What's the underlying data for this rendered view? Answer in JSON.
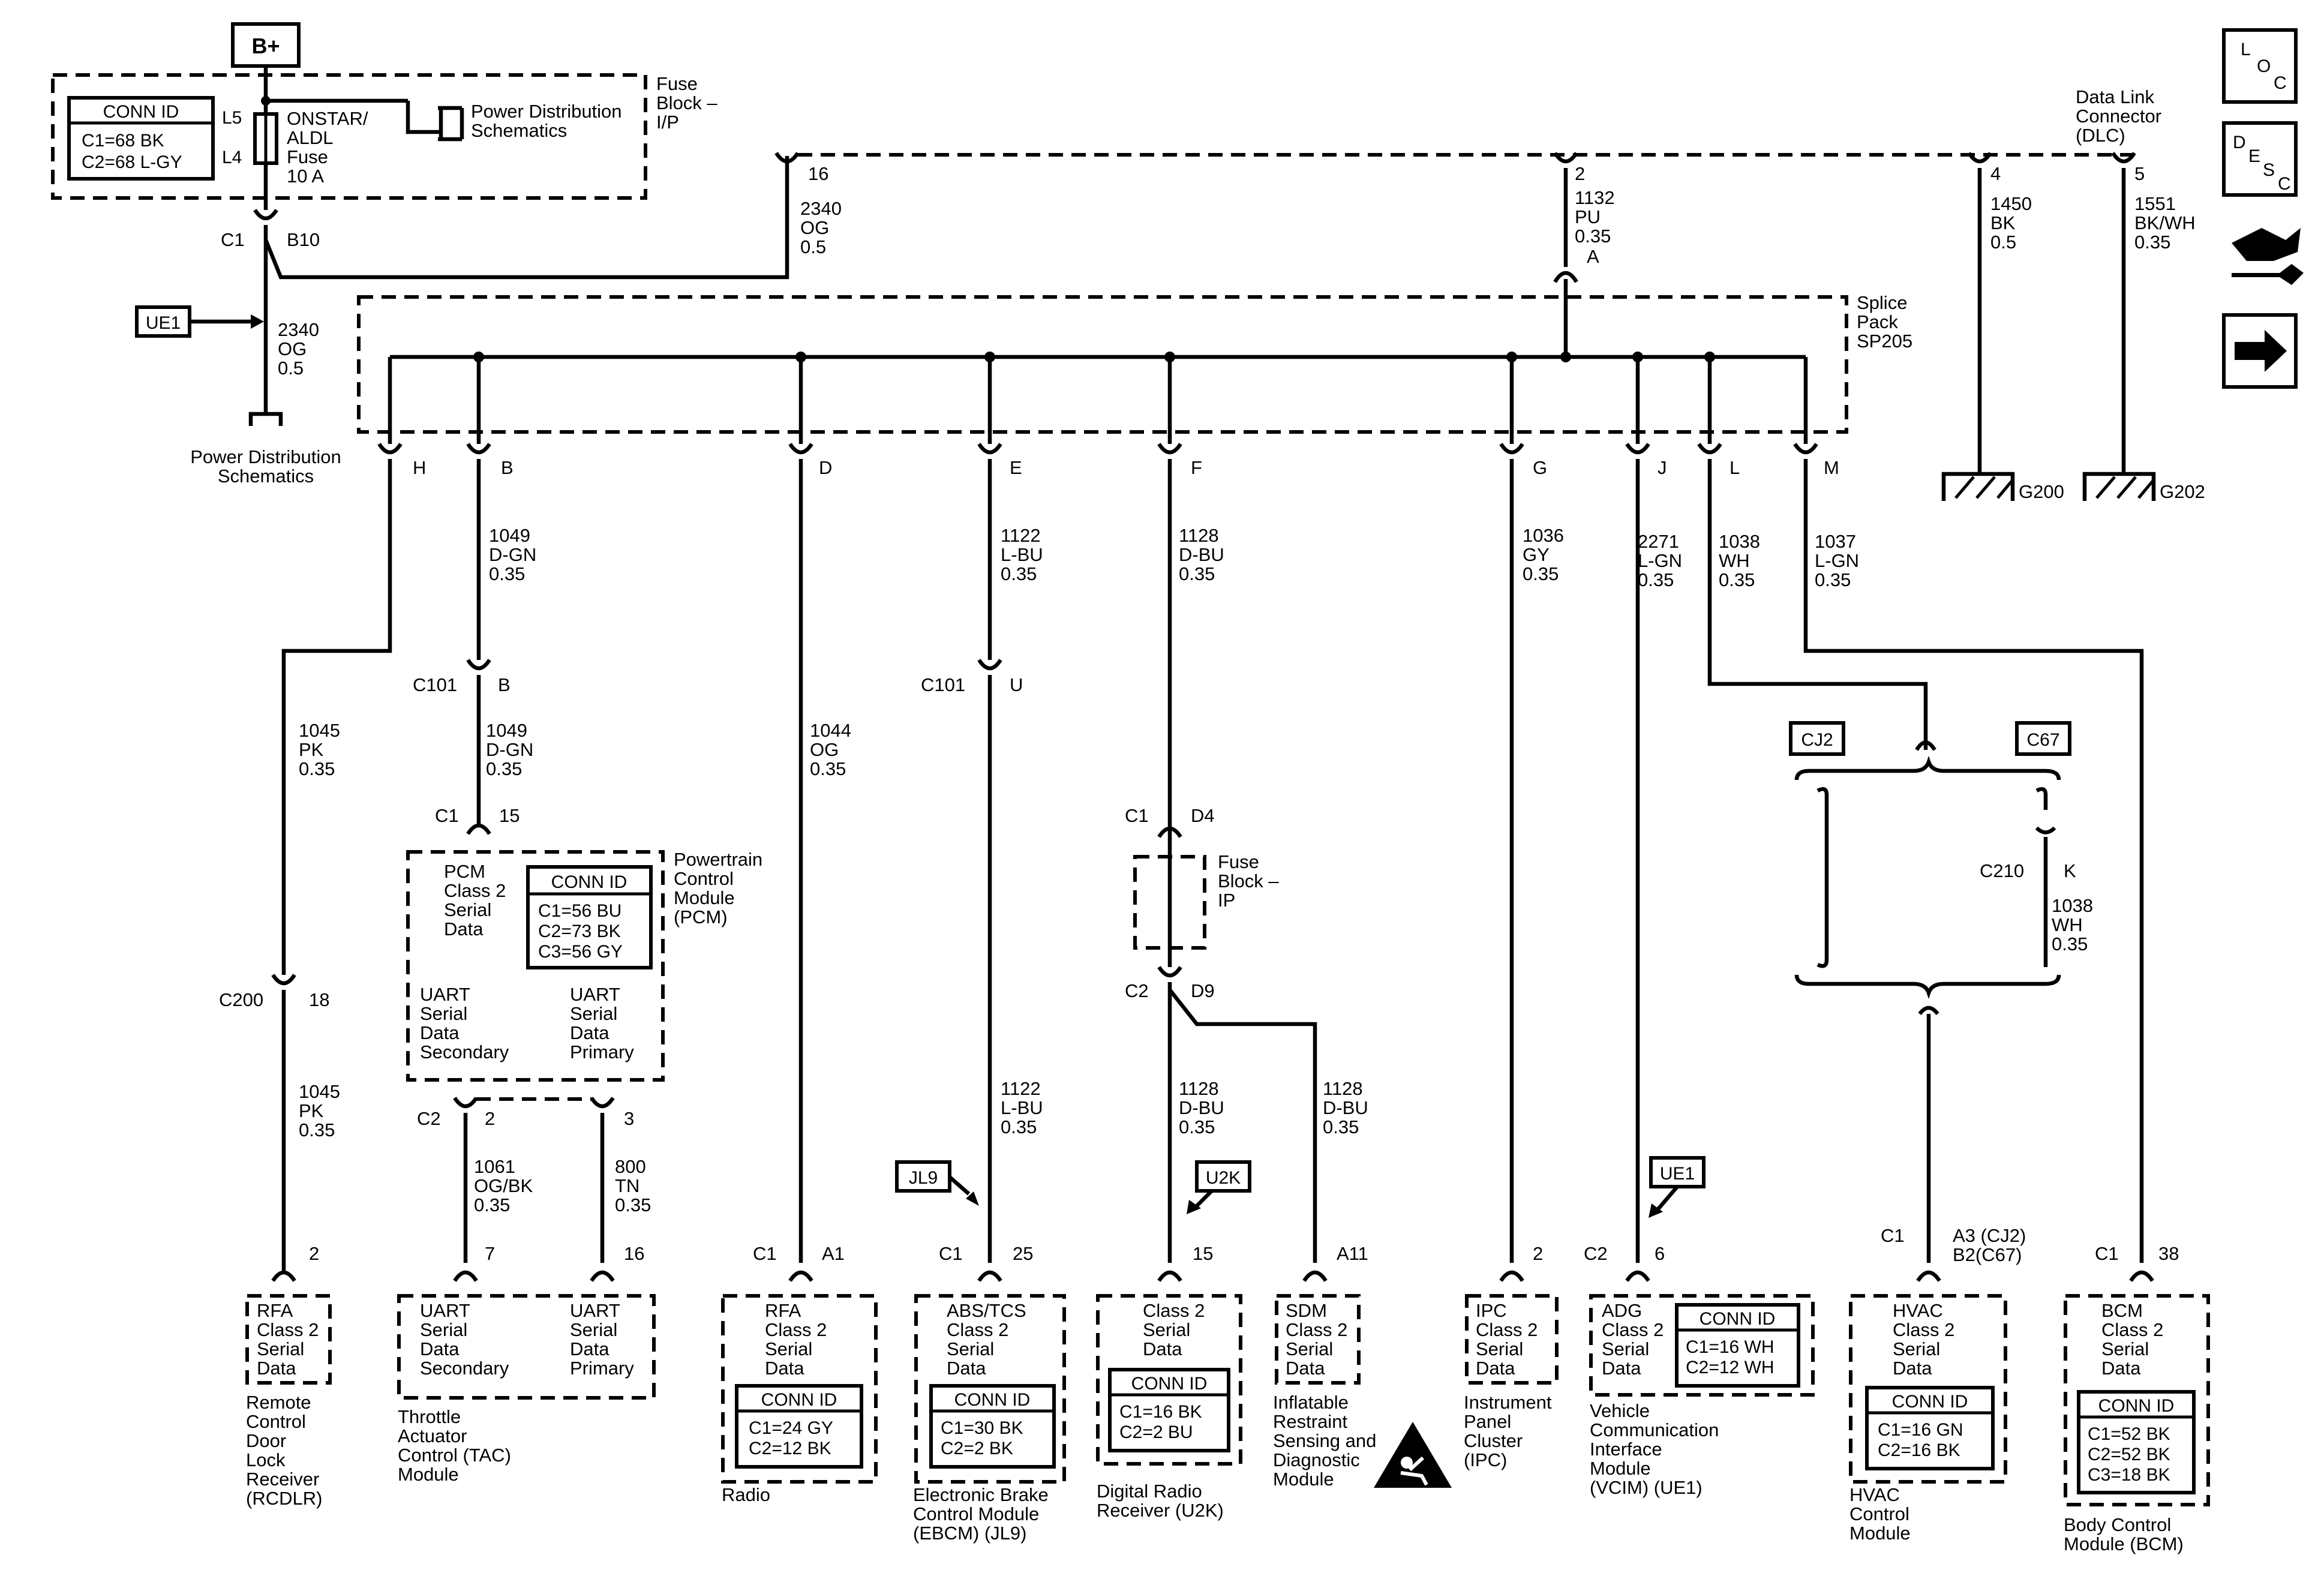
{
  "power": {
    "label": "B+"
  },
  "fuse_block_ip": {
    "title_l1": "Fuse",
    "title_l2": "Block –",
    "title_l3": "I/P",
    "conn_id_title": "CONN ID",
    "conn_c1": "C1=68 BK",
    "conn_c2": "C2=68 L-GY",
    "pin_l5": "L5",
    "pin_l4": "L4",
    "fuse_l1": "ONSTAR/",
    "fuse_l2": "ALDL",
    "fuse_l3": "Fuse",
    "fuse_l4": "10 A",
    "pd_l1": "Power Distribution",
    "pd_l2": "Schematics",
    "conn_c1_label": "C1",
    "conn_b10": "B10"
  },
  "ue1_wire": {
    "ref": "UE1",
    "l1": "2340",
    "l2": "OG",
    "l3": "0.5",
    "pd_l1": "Power Distribution",
    "pd_l2": "Schematics"
  },
  "dlc": {
    "title_l1": "Data Link",
    "title_l2": "Connector",
    "title_l3": "(DLC)",
    "pin16": "16",
    "pin16_l1": "2340",
    "pin16_l2": "OG",
    "pin16_l3": "0.5",
    "pin2": "2",
    "pin2_l1": "1132",
    "pin2_l2": "PU",
    "pin2_l3": "0.35",
    "pin2_l4": "A",
    "pin4": "4",
    "pin4_l1": "1450",
    "pin4_l2": "BK",
    "pin4_l3": "0.5",
    "pin5": "5",
    "pin5_l1": "1551",
    "pin5_l2": "BK/WH",
    "pin5_l3": "0.35",
    "g200": "G200",
    "g202": "G202"
  },
  "splice": {
    "l1": "Splice",
    "l2": "Pack",
    "l3": "SP205"
  },
  "taps": {
    "H": "H",
    "B": "B",
    "D": "D",
    "E": "E",
    "F": "F",
    "G": "G",
    "J": "J",
    "L": "L",
    "M": "M"
  },
  "wires": {
    "h1": [
      "1045",
      "PK",
      "0.35"
    ],
    "b1": [
      "1049",
      "D-GN",
      "0.35"
    ],
    "b2": [
      "1049",
      "D-GN",
      "0.35"
    ],
    "d1": [
      "1044",
      "OG",
      "0.35"
    ],
    "e1": [
      "1122",
      "L-BU",
      "0.35"
    ],
    "e2": [
      "1122",
      "L-BU",
      "0.35"
    ],
    "f1": [
      "1128",
      "D-BU",
      "0.35"
    ],
    "f2": [
      "1128",
      "D-BU",
      "0.35"
    ],
    "f3": [
      "1128",
      "D-BU",
      "0.35"
    ],
    "g1": [
      "1036",
      "GY",
      "0.35"
    ],
    "j1": [
      "2271",
      "L-GN",
      "0.35"
    ],
    "l1": [
      "1038",
      "WH",
      "0.35"
    ],
    "l2": [
      "1038",
      "WH",
      "0.35"
    ],
    "m1": [
      "1037",
      "L-GN",
      "0.35"
    ],
    "h2": [
      "1045",
      "PK",
      "0.35"
    ],
    "tac1": [
      "1061",
      "OG/BK",
      "0.35"
    ],
    "tac2": [
      "800",
      "TN",
      "0.35"
    ]
  },
  "connectors": {
    "c101": "C101",
    "c101_b": "B",
    "c101_u": "U",
    "c200": "C200",
    "c200_pin": "18",
    "pcm_c1": "C1",
    "pcm_15": "15",
    "pcm_c2": "C2",
    "pcm_2": "2",
    "pcm_3": "3",
    "fb_c1": "C1",
    "fb_d4": "D4",
    "fb_c2": "C2",
    "fb_d9": "D9",
    "c210": "C210",
    "c210_k": "K",
    "cj2": "CJ2",
    "c67": "C67"
  },
  "fuse_block_ip2": {
    "l1": "Fuse",
    "l2": "Block –",
    "l3": "IP"
  },
  "pcm": {
    "l1": "PCM",
    "l2": "Class 2",
    "l3": "Serial",
    "l4": "Data",
    "conn_title": "CONN ID",
    "c1": "C1=56 BU",
    "c2": "C2=73 BK",
    "c3": "C3=56 GY",
    "name_l1": "Powertrain",
    "name_l2": "Control",
    "name_l3": "Module",
    "name_l4": "(PCM)",
    "us_l1": "UART",
    "us_l2": "Serial",
    "us_l3": "Data",
    "us_l4": "Secondary",
    "up_l1": "UART",
    "up_l2": "Serial",
    "up_l3": "Data",
    "up_l4": "Primary"
  },
  "rcdlr": {
    "pin": "2",
    "l1": "RFA",
    "l2": "Class 2",
    "l3": "Serial",
    "l4": "Data",
    "n1": "Remote",
    "n2": "Control",
    "n3": "Door",
    "n4": "Lock",
    "n5": "Receiver",
    "n6": "(RCDLR)"
  },
  "tac": {
    "pin7": "7",
    "pin16": "16",
    "s1": "UART",
    "s2": "Serial",
    "s3": "Data",
    "s4": "Secondary",
    "p1": "UART",
    "p2": "Serial",
    "p3": "Data",
    "p4": "Primary",
    "n1": "Throttle",
    "n2": "Actuator",
    "n3": "Control (TAC)",
    "n4": "Module"
  },
  "radio": {
    "c": "C1",
    "pin": "A1",
    "l1": "RFA",
    "l2": "Class 2",
    "l3": "Serial",
    "l4": "Data",
    "conn_title": "CONN ID",
    "c1": "C1=24 GY",
    "c2": "C2=12 BK",
    "n1": "Radio"
  },
  "ebcm": {
    "ref": "JL9",
    "c": "C1",
    "pin": "25",
    "l1": "ABS/TCS",
    "l2": "Class 2",
    "l3": "Serial",
    "l4": "Data",
    "conn_title": "CONN ID",
    "c1": "C1=30 BK",
    "c2": "C2=2 BK",
    "n1": "Electronic Brake",
    "n2": "Control Module",
    "n3": "(EBCM) (JL9)"
  },
  "drr": {
    "ref": "U2K",
    "pin": "15",
    "l1": "Class 2",
    "l2": "Serial",
    "l3": "Data",
    "conn_title": "CONN ID",
    "c1": "C1=16 BK",
    "c2": "C2=2 BU",
    "n1": "Digital Radio",
    "n2": "Receiver (U2K)"
  },
  "sdm": {
    "pin": "A11",
    "l1": "SDM",
    "l2": "Class 2",
    "l3": "Serial",
    "l4": "Data",
    "n1": "Inflatable",
    "n2": "Restraint",
    "n3": "Sensing and",
    "n4": "Diagnostic",
    "n5": "Module"
  },
  "ipc": {
    "pin": "2",
    "l1": "IPC",
    "l2": "Class 2",
    "l3": "Serial",
    "l4": "Data",
    "n1": "Instrument",
    "n2": "Panel",
    "n3": "Cluster",
    "n4": "(IPC)"
  },
  "vcim": {
    "ref": "UE1",
    "c": "C2",
    "pin": "6",
    "l1": "ADG",
    "l2": "Class 2",
    "l3": "Serial",
    "l4": "Data",
    "conn_title": "CONN ID",
    "c1": "C1=16 WH",
    "c2": "C2=12 WH",
    "n1": "Vehicle",
    "n2": "Communication",
    "n3": "Interface",
    "n4": "Module",
    "n5": "(VCIM) (UE1)"
  },
  "hvac": {
    "c": "C1",
    "pin1": "A3 (CJ2)",
    "pin2": "B2(C67)",
    "l1": "HVAC",
    "l2": "Class 2",
    "l3": "Serial",
    "l4": "Data",
    "conn_title": "CONN ID",
    "c1": "C1=16 GN",
    "c2": "C2=16 BK",
    "n1": "HVAC",
    "n2": "Control",
    "n3": "Module"
  },
  "bcm": {
    "c": "C1",
    "pin": "38",
    "l1": "BCM",
    "l2": "Class 2",
    "l3": "Serial",
    "l4": "Data",
    "conn_title": "CONN ID",
    "c1": "C1=52 BK",
    "c2": "C2=52 BK",
    "c3": "C3=18 BK",
    "n1": "Body Control",
    "n2": "Module (BCM)"
  },
  "side_icons": {
    "loc_l": "L",
    "loc_o": "O",
    "loc_c": "C",
    "desc_d": "D",
    "desc_e": "E",
    "desc_s": "S",
    "desc_c": "C"
  }
}
